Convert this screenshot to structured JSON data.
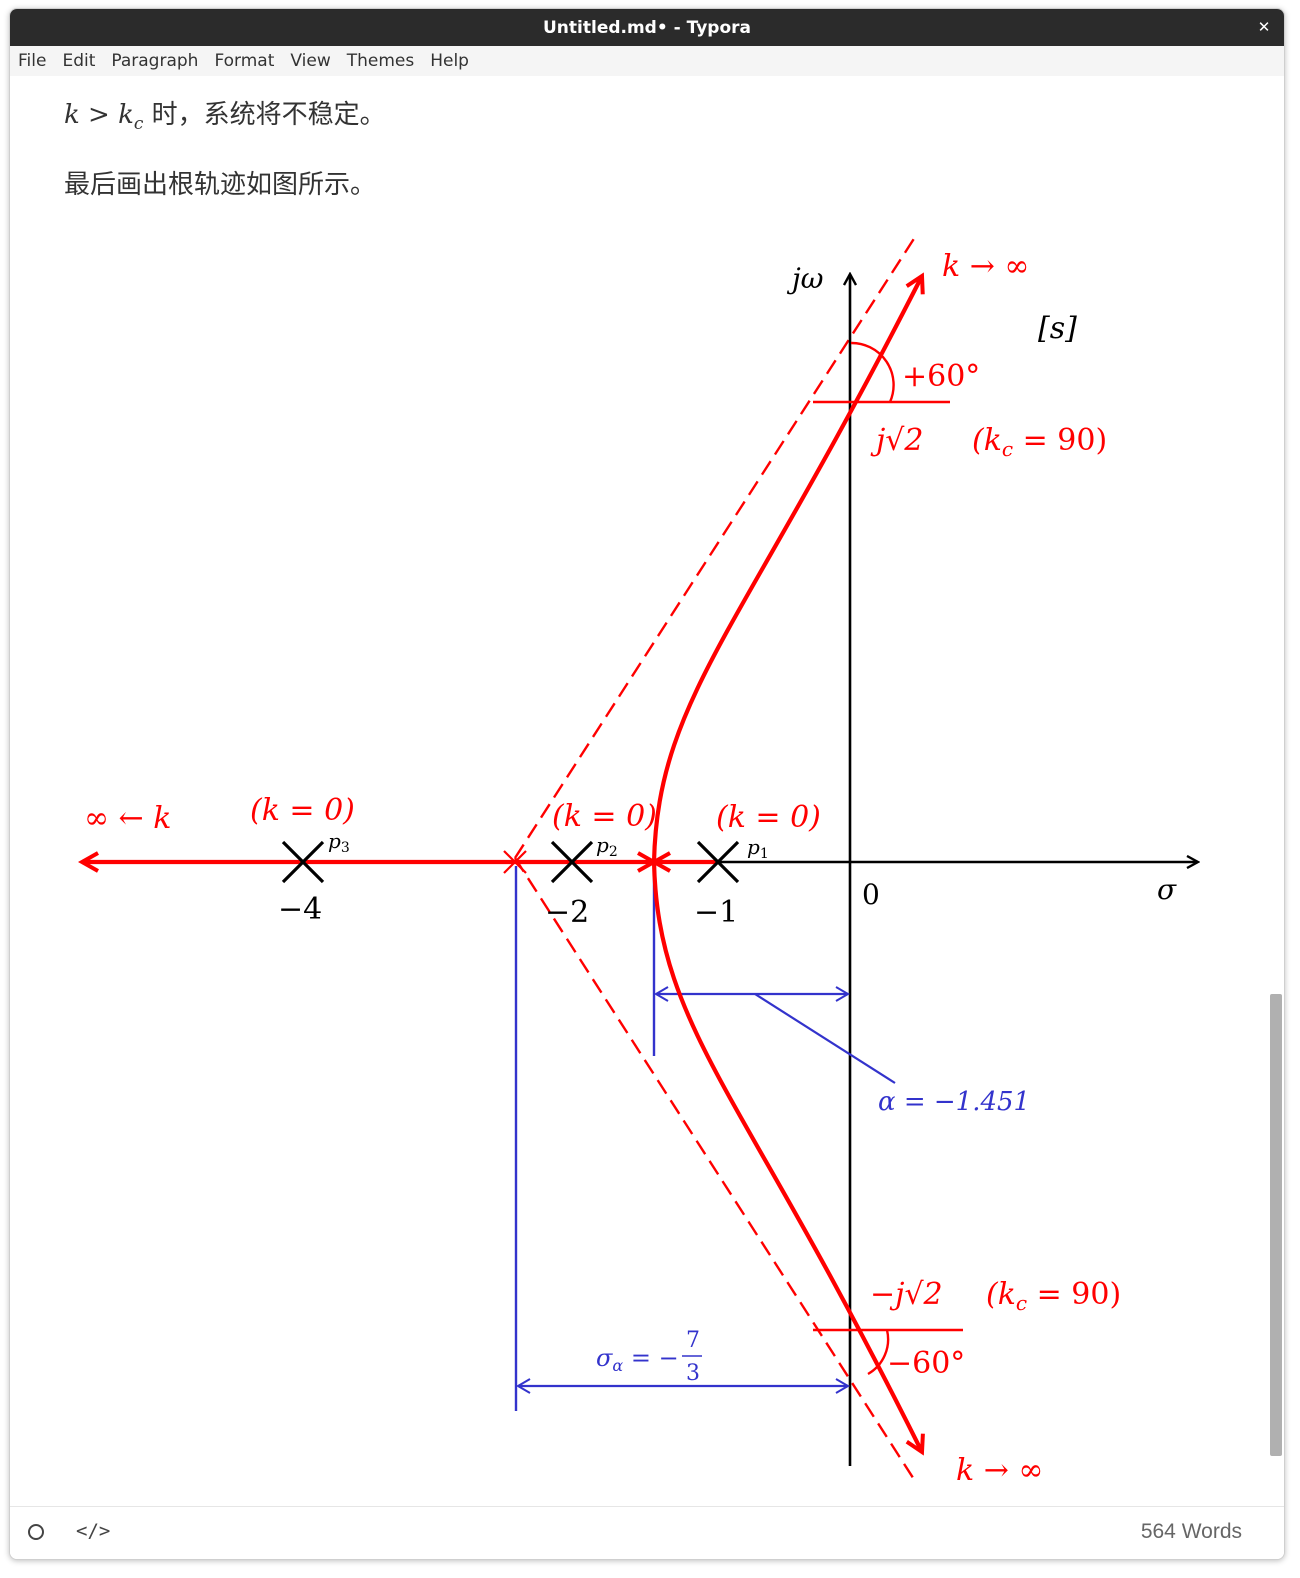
{
  "window": {
    "title": "Untitled.md• - Typora",
    "close_glyph": "✕"
  },
  "menu": [
    "File",
    "Edit",
    "Paragraph",
    "Format",
    "View",
    "Themes",
    "Help"
  ],
  "document": {
    "line1_math_k": "k",
    "line1_math_gt": " > ",
    "line1_math_kc": "k",
    "line1_math_sub": "c",
    "line1_text": " 时，系统将不稳定。",
    "line2_text": "最后画出根轨迹如图所示。"
  },
  "figure": {
    "labels": {
      "jw": "jω",
      "sigma": "σ",
      "origin": "0",
      "s_plane": "[s]",
      "k_inf_top": "k → ∞",
      "k_inf_bottom": "k → ∞",
      "inf_left": "∞ ← k",
      "plus60": "+60°",
      "minus60": "−60°",
      "j_sqrt2": "j√2",
      "neg_j_sqrt2": "−j√2",
      "kc_top": "(k",
      "kc_top_sub": "c",
      "kc_top_rest": " = 90)",
      "kc_bottom": "(k",
      "kc_bottom_sub": "c",
      "kc_bottom_rest": " = 90)",
      "k0_p3": "(k = 0)",
      "k0_p2": "(k = 0)",
      "k0_p1": "(k = 0)",
      "p3": "p",
      "p3_sub": "3",
      "p2": "p",
      "p2_sub": "2",
      "p1": "p",
      "p1_sub": "1",
      "tick_m4": "−4",
      "tick_m2": "−2",
      "tick_m1": "−1",
      "alpha": "α = −1.451",
      "sigma_alpha": "σ",
      "sigma_alpha_sub": "α",
      "sigma_alpha_eq": " = −",
      "frac_num": "7",
      "frac_den": "3"
    },
    "colors": {
      "locus": "#ff0000",
      "axis": "#000000",
      "annotation": "#3333cc"
    }
  },
  "status": {
    "word_count": "564 Words",
    "source_toggle": "</>"
  }
}
